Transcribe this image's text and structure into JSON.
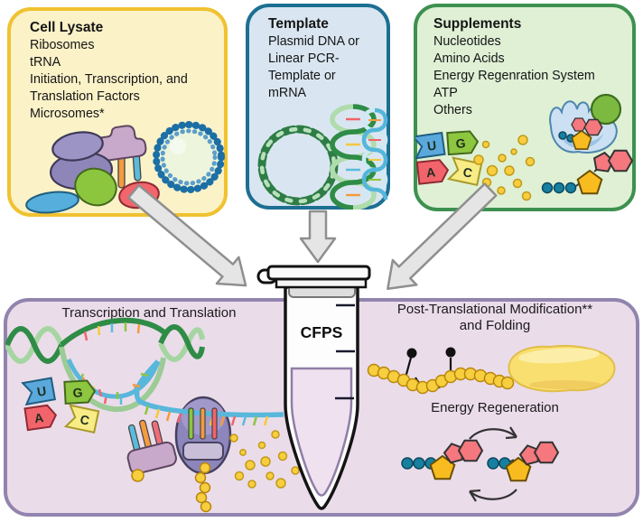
{
  "boxes": {
    "cell_lysate": {
      "title": "Cell Lysate",
      "lines": [
        "Ribosomes",
        "tRNA",
        "Initiation, Transcription, and",
        "Translation Factors",
        "Microsomes*"
      ]
    },
    "template": {
      "title": "Template",
      "lines": [
        "Plasmid DNA or",
        "Linear PCR-",
        "Template or",
        "mRNA"
      ]
    },
    "supplements": {
      "title": "Supplements",
      "lines": [
        "Nucleotides",
        "Amino Acids",
        "Energy Regenration System",
        "ATP",
        "Others"
      ]
    }
  },
  "reaction": {
    "tube_label": "CFPS",
    "left_label": "Transcription and Translation",
    "ptm_label_line1": "Post-Translational Modification**",
    "ptm_label_line2": "and Folding",
    "energy_label": "Energy Regeneration"
  },
  "nucleotides": {
    "u": "U",
    "g": "G",
    "a": "A",
    "c": "C"
  },
  "icons": {
    "ribosome": "purple-double-blob",
    "trna": "cross-with-three-prongs",
    "vesicle": "beaded-circle",
    "plasmid": "twisted-ring",
    "dna-helix": "green-double-helix",
    "mrna": "blue-helix-strand",
    "nucleotide-tags": "letter-banners-U-G-A-C",
    "amino-acids": "yellow-dots",
    "enzyme": "blue-blob-with-green-circle",
    "atp": "phosphates-ribose-adenine",
    "ribosome-complex": "ribosome-on-mrna-with-peptide",
    "protein": "folded-yellow-blob",
    "tube": "microcentrifuge-tube",
    "arrow": "gray-block-arrow"
  },
  "colors": {
    "lysate_border": "#F0C230",
    "lysate_bg": "#FBF2C8",
    "template_border": "#1D6F92",
    "template_bg": "#D9E6F1",
    "supplements_border": "#3D9150",
    "supplements_bg": "#DFF0D5",
    "reaction_border": "#9184AE",
    "reaction_bg": "#EBDCEA",
    "arrow_fill": "#E5E5E5",
    "arrow_stroke": "#8F8F8F",
    "amino": "#F7CE3E",
    "protein": "#F9DF70",
    "phosphate": "#177FA0",
    "ribose": "#F8BC20",
    "adenine": "#F4787E",
    "nuc_u": "#5AA8DC",
    "nuc_g": "#8DC63F",
    "nuc_a": "#F2646B",
    "nuc_c": "#F7EC86",
    "liquid_stroke": "#8E7FA6",
    "liquid_fill": "#F0E1F0"
  }
}
